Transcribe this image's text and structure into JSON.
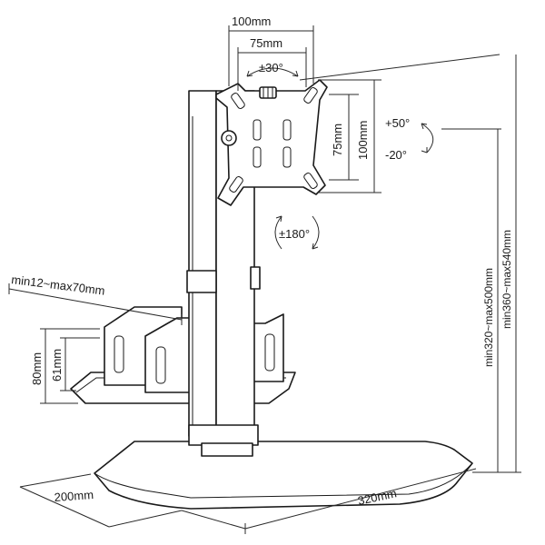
{
  "dimensions": {
    "top_width_outer": "100mm",
    "top_width_inner": "75mm",
    "swivel": "±30°",
    "vesa_height_inner": "75mm",
    "vesa_height_outer": "100mm",
    "tilt_up": "+50°",
    "tilt_down": "-20°",
    "rotation": "±180°",
    "cpu_width_range": "min12~max70mm",
    "cpu_holder_height_outer": "80mm",
    "cpu_holder_height_inner": "61mm",
    "pole_height_low": "min320~max500mm",
    "pole_height_high": "min360~max540mm",
    "base_depth": "200mm",
    "base_width": "320mm"
  }
}
